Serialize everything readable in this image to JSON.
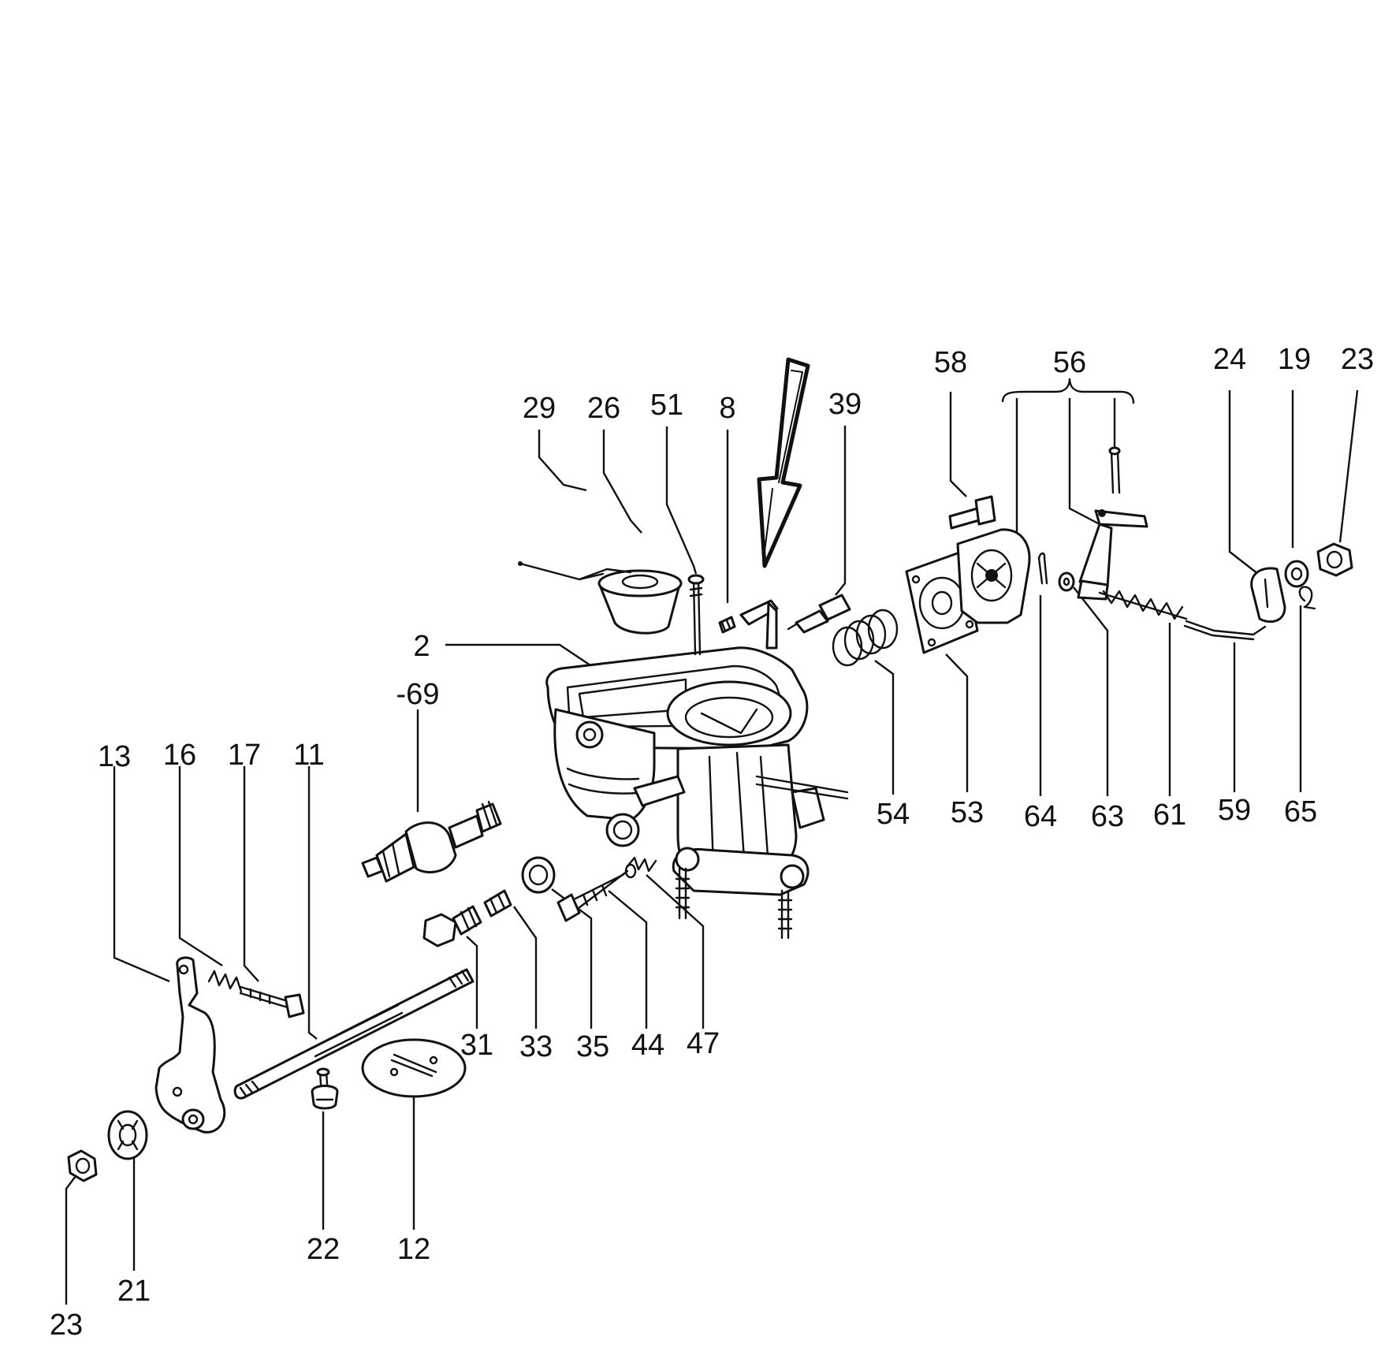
{
  "diagram": {
    "callouts": [
      {
        "id": "29",
        "text": "29"
      },
      {
        "id": "26",
        "text": "26"
      },
      {
        "id": "51",
        "text": "51"
      },
      {
        "id": "8",
        "text": "8"
      },
      {
        "id": "39",
        "text": "39"
      },
      {
        "id": "58",
        "text": "58"
      },
      {
        "id": "56",
        "text": "56"
      },
      {
        "id": "24",
        "text": "24"
      },
      {
        "id": "19",
        "text": "19"
      },
      {
        "id": "23a",
        "text": "23"
      },
      {
        "id": "2",
        "text": "2"
      },
      {
        "id": "69",
        "text": "-69"
      },
      {
        "id": "54",
        "text": "54"
      },
      {
        "id": "53",
        "text": "53"
      },
      {
        "id": "64",
        "text": "64"
      },
      {
        "id": "63",
        "text": "63"
      },
      {
        "id": "61",
        "text": "61"
      },
      {
        "id": "59",
        "text": "59"
      },
      {
        "id": "65",
        "text": "65"
      },
      {
        "id": "13",
        "text": "13"
      },
      {
        "id": "16",
        "text": "16"
      },
      {
        "id": "17",
        "text": "17"
      },
      {
        "id": "11",
        "text": "11"
      },
      {
        "id": "31",
        "text": "31"
      },
      {
        "id": "33",
        "text": "33"
      },
      {
        "id": "35",
        "text": "35"
      },
      {
        "id": "44",
        "text": "44"
      },
      {
        "id": "47",
        "text": "47"
      },
      {
        "id": "22",
        "text": "22"
      },
      {
        "id": "12",
        "text": "12"
      },
      {
        "id": "21",
        "text": "21"
      },
      {
        "id": "23b",
        "text": "23"
      }
    ]
  }
}
